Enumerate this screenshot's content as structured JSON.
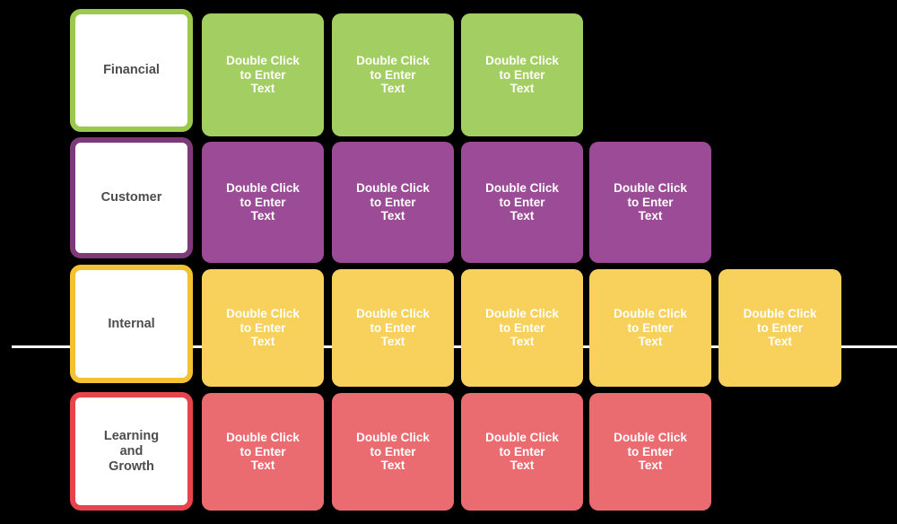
{
  "canvas": {
    "background": "#000000",
    "divider_line_color": "#ffffff"
  },
  "rows": [
    {
      "label": "Financial",
      "fill": "#a3cf62",
      "border": "#9bc94e",
      "card_count": 3,
      "card_text": "Double Click\nto Enter\nText"
    },
    {
      "label": "Customer",
      "fill": "#9c4b96",
      "border": "#7d3a78",
      "card_count": 4,
      "card_text": "Double Click\nto Enter\nText"
    },
    {
      "label": "Internal",
      "fill": "#f7d15c",
      "border": "#f3c233",
      "card_count": 5,
      "card_text": "Double Click\nto Enter\nText"
    },
    {
      "label": "Learning\nand\nGrowth",
      "fill": "#ea6b70",
      "border": "#e8444d",
      "card_count": 4,
      "card_text": "Double Click\nto Enter\nText"
    }
  ]
}
